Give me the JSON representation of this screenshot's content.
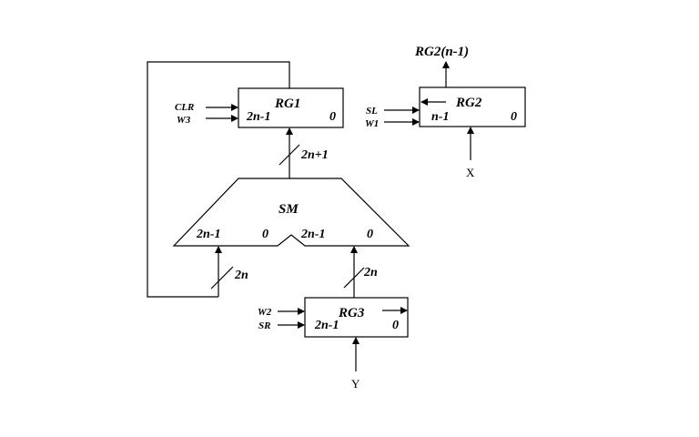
{
  "blocks": {
    "rg1": {
      "name": "RG1",
      "msb": "2n-1",
      "lsb": "0"
    },
    "rg2": {
      "name": "RG2",
      "msb": "n-1",
      "lsb": "0",
      "output": "RG2(n-1)"
    },
    "rg3": {
      "name": "RG3",
      "msb": "2n-1",
      "lsb": "0"
    },
    "sm": {
      "name": "SM",
      "left_msb": "2n-1",
      "left_lsb": "0",
      "right_msb": "2n-1",
      "right_lsb": "0"
    }
  },
  "signals": {
    "clr": "CLR",
    "w3": "W3",
    "sl": "SL",
    "w1": "W1",
    "w2": "W2",
    "sr": "SR",
    "x": "X",
    "y": "Y"
  },
  "bus_widths": {
    "sm_to_rg1": "2n+1",
    "feedback_to_sm": "2n",
    "rg3_to_sm": "2n"
  }
}
